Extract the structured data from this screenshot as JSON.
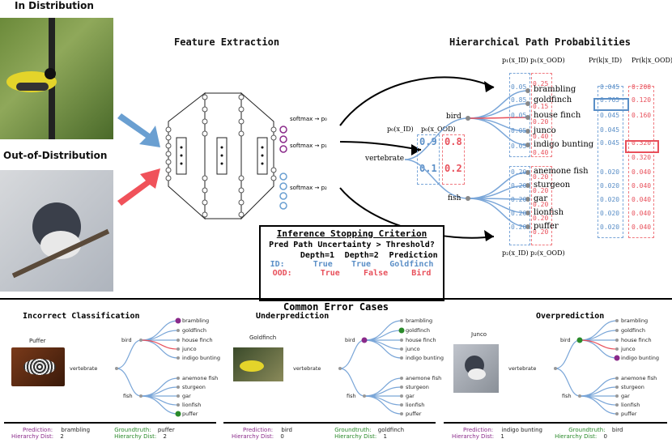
{
  "top_labels": {
    "in_distribution": "In Distribution",
    "out_of_distribution": "Out-of-Distribution",
    "feature_extraction": "Feature Extraction",
    "hierarchical_path_probabilities": "Hierarchical Path Probabilities"
  },
  "softmax": [
    "softmax → p₀",
    "softmax → p₁",
    "softmax → p₂"
  ],
  "root_probs": {
    "head_id": "p₀(x_ID)",
    "head_ood": "p₀(x_OOD)",
    "vertebrate": "vertebrate",
    "bird_id": "0.9",
    "bird_ood": "0.8",
    "fish_id": "0.1",
    "fish_ood": "0.2"
  },
  "columns": {
    "p1_id": "p₁(x_ID)",
    "p1_ood": "p₁(x_OOD)",
    "p2_id": "p₂(x_ID)",
    "p2_ood": "p₂(x_OOD)",
    "pr_id": "Pr(k|x_ID)",
    "pr_ood": "Pr(k|x_OOD)"
  },
  "tree": {
    "bird": "bird",
    "fish": "fish",
    "birds": [
      {
        "name": "brambling",
        "id": "0.05",
        "ood": "0.25",
        "pr_id": "0.045",
        "pr_ood": "0.200"
      },
      {
        "name": "goldfinch",
        "id": "0.85",
        "ood": "0.15",
        "pr_id": "0.765",
        "pr_ood": "0.120"
      },
      {
        "name": "house finch",
        "id": "0.05",
        "ood": "0.20",
        "pr_id": "0.045",
        "pr_ood": "0.160"
      },
      {
        "name": "junco",
        "id": "0.05",
        "ood": "0.40",
        "pr_id": "0.045",
        "pr_ood": "0.320"
      },
      {
        "name": "indigo bunting",
        "id": "0.05",
        "ood": "0.40",
        "pr_id": "0.045",
        "pr_ood": "0.320"
      }
    ],
    "fishes": [
      {
        "name": "anemone fish",
        "id": "0.20",
        "ood": "0.20",
        "pr_id": "0.020",
        "pr_ood": "0.040"
      },
      {
        "name": "sturgeon",
        "id": "0.20",
        "ood": "0.20",
        "pr_id": "0.020",
        "pr_ood": "0.040"
      },
      {
        "name": "gar",
        "id": "0.20",
        "ood": "0.20",
        "pr_id": "0.020",
        "pr_ood": "0.040"
      },
      {
        "name": "lionfish",
        "id": "0.20",
        "ood": "0.20",
        "pr_id": "0.020",
        "pr_ood": "0.040"
      },
      {
        "name": "puffer",
        "id": "0.20",
        "ood": "0.20",
        "pr_id": "0.020",
        "pr_ood": "0.040"
      }
    ]
  },
  "stopping": {
    "title": "Inference Stopping Criterion",
    "question": "Pred Path Uncertainty > Threshold?",
    "headers": [
      "",
      "Depth=1",
      "Depth=2",
      "Prediction"
    ],
    "id_row": [
      "ID:",
      "True",
      "True",
      "Goldfinch"
    ],
    "ood_row": [
      "OOD:",
      "True",
      "False",
      "Bird"
    ]
  },
  "errors": {
    "title": "Common Error Cases",
    "cases": [
      {
        "heading": "Incorrect Classification",
        "image_label": "Puffer",
        "prediction_label": "Prediction:",
        "prediction": "brambling",
        "gt_label": "Groundtruth:",
        "groundtruth": "puffer",
        "hd_label": "Hierarchy Dist:",
        "hd_pred": "2",
        "hd_gt": "2"
      },
      {
        "heading": "Underprediction",
        "image_label": "Goldfinch",
        "prediction_label": "Prediction:",
        "prediction": "bird",
        "gt_label": "Groundtruth:",
        "groundtruth": "goldfinch",
        "hd_label": "Hierarchy Dist:",
        "hd_pred": "0",
        "hd_gt": "1"
      },
      {
        "heading": "Overprediction",
        "image_label": "Junco",
        "prediction_label": "Prediction:",
        "prediction": "indigo bunting",
        "gt_label": "Groundtruth:",
        "groundtruth": "bird",
        "hd_label": "Hierarchy Dist:",
        "hd_pred": "1",
        "hd_gt": "0"
      }
    ]
  },
  "colors": {
    "id": "#5b8fc7",
    "ood": "#e8505b",
    "prediction": "#8a2a8a",
    "groundtruth": "#2a8a2a"
  }
}
